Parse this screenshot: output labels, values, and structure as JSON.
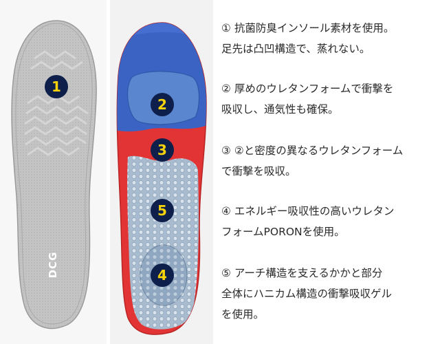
{
  "insole": {
    "brand": "DCG",
    "markers": [
      "1",
      "2",
      "3",
      "5",
      "4"
    ]
  },
  "features": [
    {
      "lines": [
        "① 抗菌防臭インソール素材を使用。",
        "足先は凸凹構造で、蒸れない。"
      ]
    },
    {
      "lines": [
        "② 厚めのウレタンフォームで衝撃を",
        "吸収し、通気性も確保。"
      ]
    },
    {
      "lines": [
        "③ ②と密度の異なるウレタンフォーム",
        "で衝撃を吸収。"
      ]
    },
    {
      "lines": [
        "④ エネルギー吸収性の高いウレタン",
        "フォームPORONを使用。"
      ]
    },
    {
      "lines": [
        "⑤ アーチ構造を支えるかかと部分",
        "全体にハニカム構造の衝撃吸収ゲル",
        "を使用。"
      ]
    }
  ],
  "colors": {
    "marker_fill": "#0d1f4a",
    "marker_text": "#f5d20a",
    "top_insole": "#bdbdbd",
    "bottom_blue": "#3b63c4",
    "bottom_red": "#e23434",
    "gel": "#9fb4c8"
  }
}
